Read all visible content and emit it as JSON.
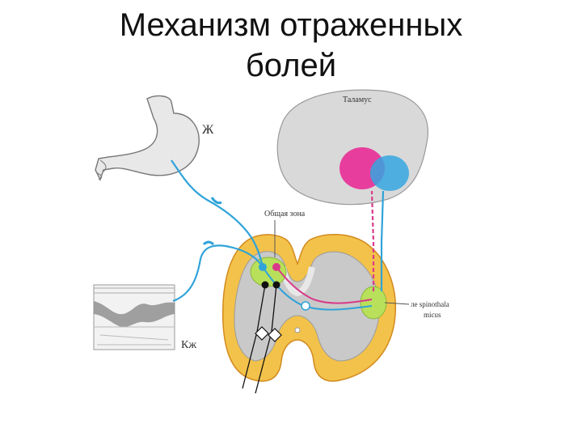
{
  "slide": {
    "title_line1": "Механизм отраженных",
    "title_line2": "болей"
  },
  "labels": {
    "thalamus": "Таламус",
    "stomach": "Ж",
    "common_zone": "Общая зона",
    "tract_line1": "ле spinothala",
    "tract_line2": "micus",
    "skin": "Кж"
  },
  "colors": {
    "visceral_pathway": "#2fa3d9",
    "somatic_pathway": "#d93a8a",
    "common_zone_fill": "#b8e05a",
    "thalamus_fill": "#d9d9d9",
    "spinal_cord_outer": "#f3c24a",
    "spinal_cord_gray": "#c9c9c9"
  }
}
